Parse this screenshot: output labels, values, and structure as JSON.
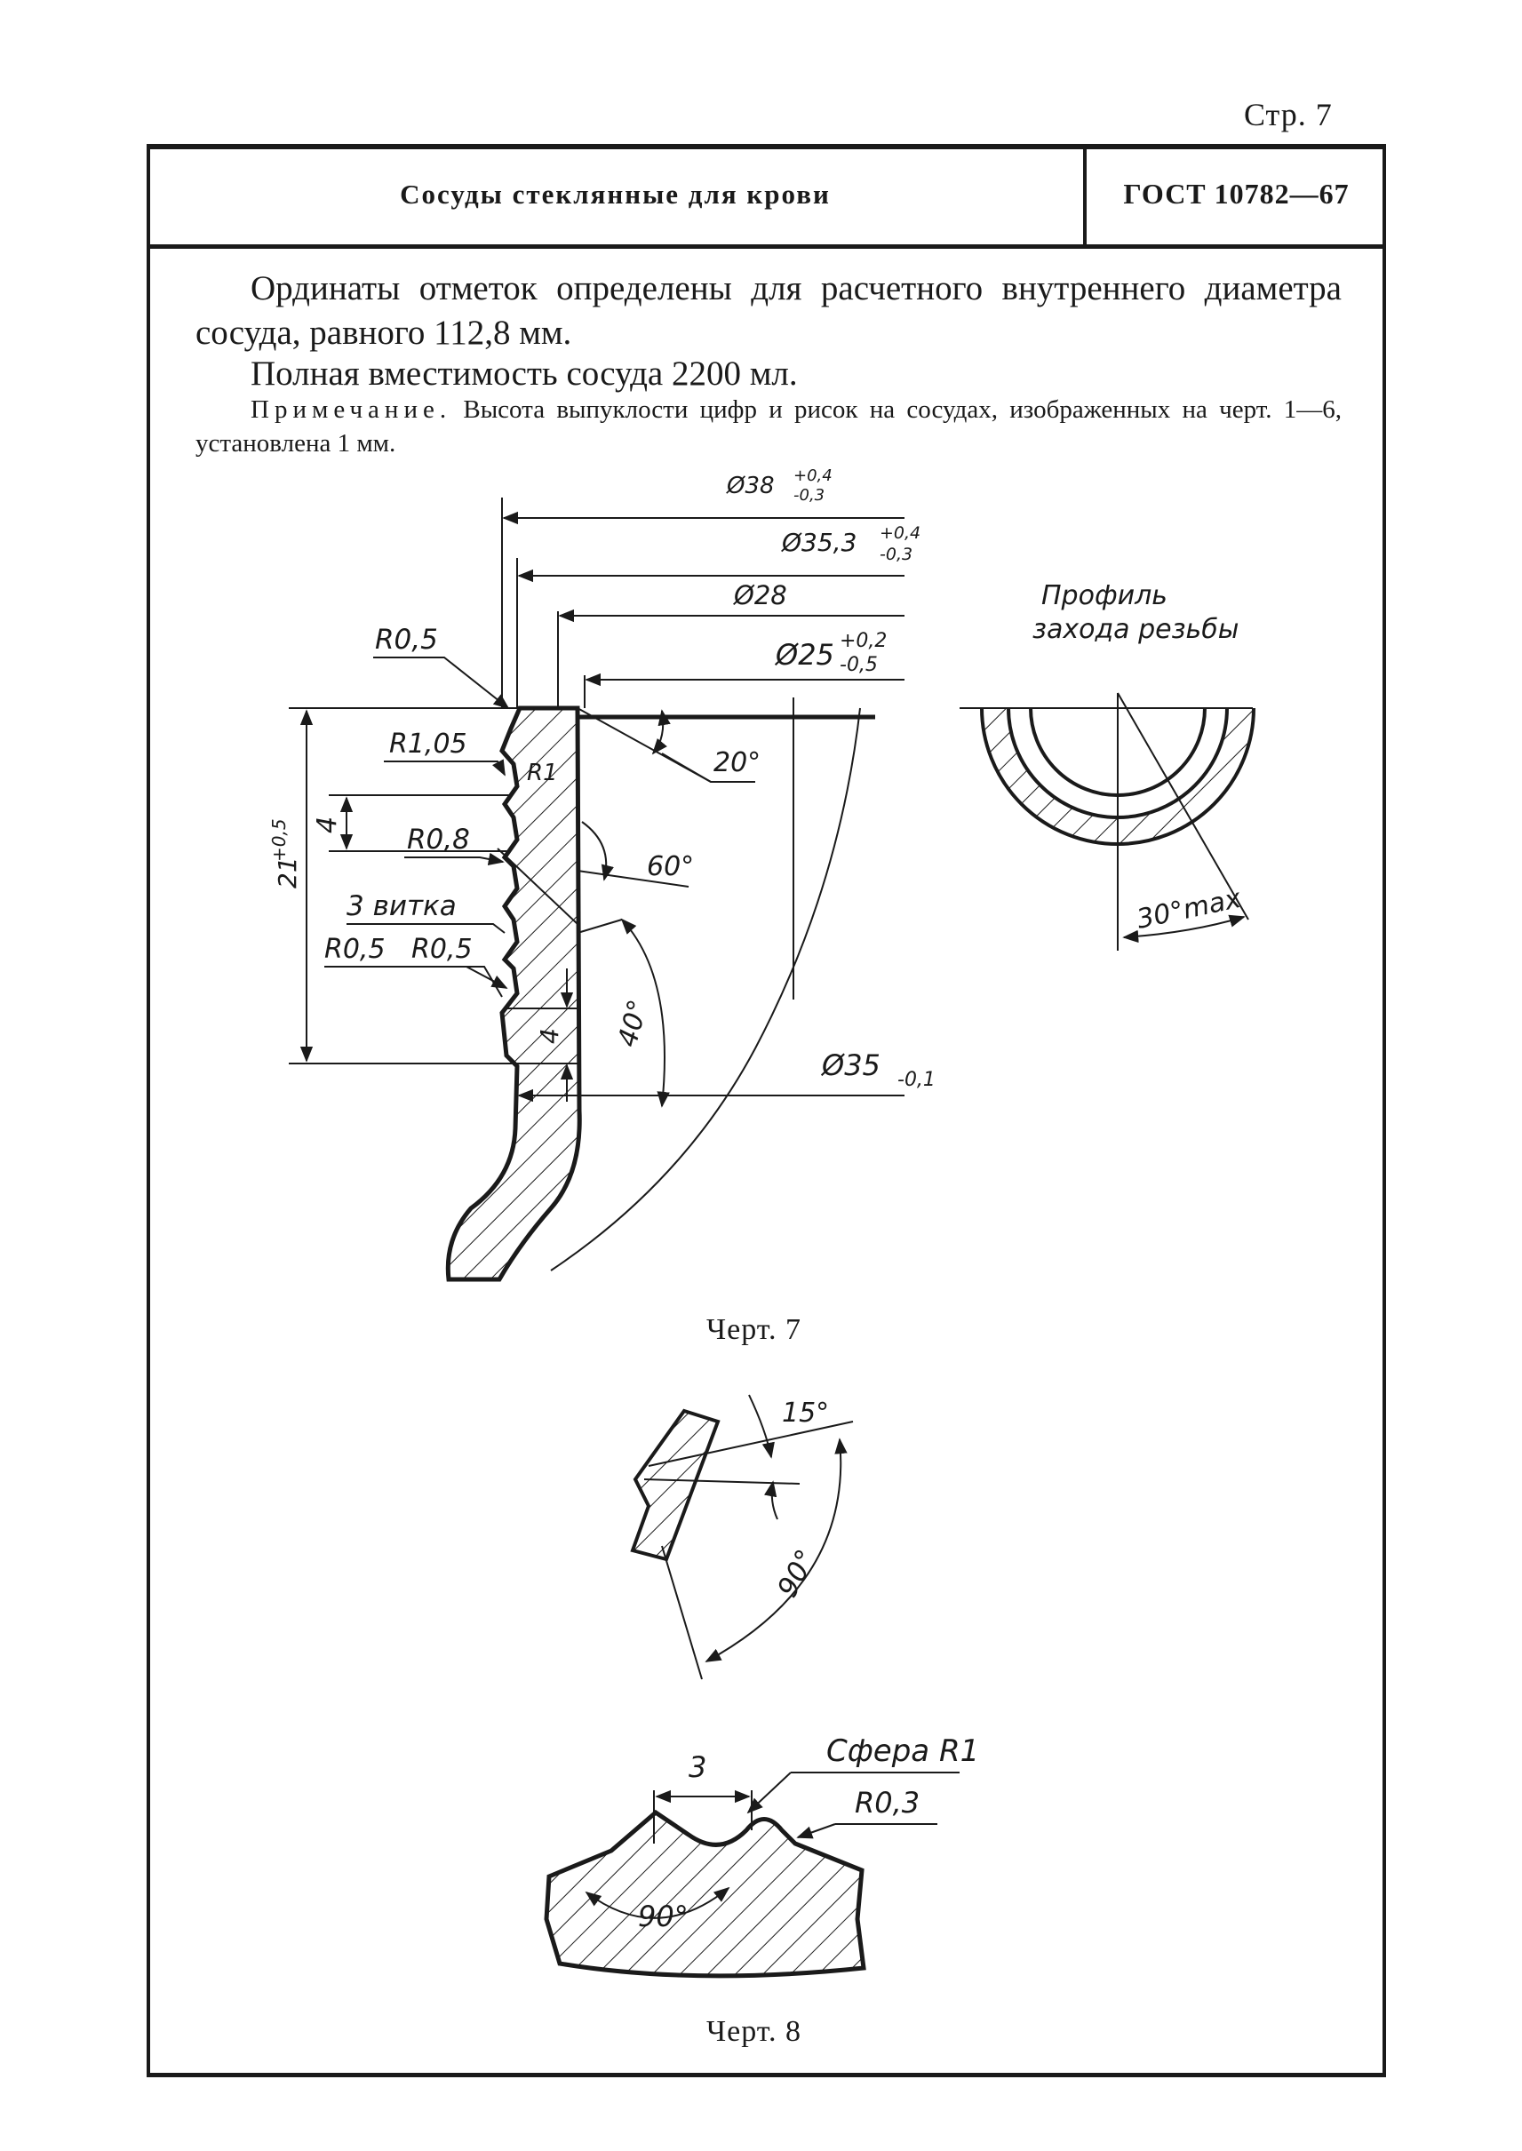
{
  "page": {
    "number": "Стр. 7"
  },
  "header": {
    "title": "Сосуды стеклянные для крови",
    "standard": "ГОСТ 10782—67"
  },
  "text": {
    "paragraph1": "Ординаты отметок определены для расчетного внутреннего диаметра сосуда, равного 112,8 мм.",
    "paragraph2": "Полная вместимость сосуда 2200 мл.",
    "note_label": "Примечание.",
    "note_body": " Высота выпуклости цифр и рисок на сосудах, изображенных на черт. 1—6, установлена 1 мм."
  },
  "figure7": {
    "caption": "Черт. 7",
    "dims": {
      "d38": "Ø38",
      "d38_tol_upper": "+0,4",
      "d38_tol_lower": "-0,3",
      "d35_3": "Ø35,3",
      "d35_3_tol_upper": "+0,4",
      "d35_3_tol_lower": "-0,3",
      "d28": "Ø28",
      "d25": "Ø25",
      "d25_tol_upper": "+0,2",
      "d25_tol_lower": "-0,5",
      "d35": "Ø35",
      "d35_tol": "-0,1",
      "r05_top": "R0,5",
      "r1_05": "R1,05",
      "r1": "R1",
      "r0_8": "R0,8",
      "turns": "3 витка",
      "r05_a": "R0,5",
      "r05_b": "R0,5",
      "height": "21",
      "height_tol": "+0,5",
      "pitch_top": "4",
      "pitch_bottom": "4",
      "angle20": "20°",
      "angle60": "60°",
      "angle40": "40°"
    },
    "profile": {
      "title_line1": "Профиль",
      "title_line2": "захода резьбы",
      "angle": "30°max"
    }
  },
  "figure8": {
    "caption": "Черт. 8",
    "angle15": "15°",
    "angle90_top": "90°",
    "width3": "3",
    "sphere": "Сфера R1",
    "r0_3": "R0,3",
    "angle90_bottom": "90°"
  }
}
